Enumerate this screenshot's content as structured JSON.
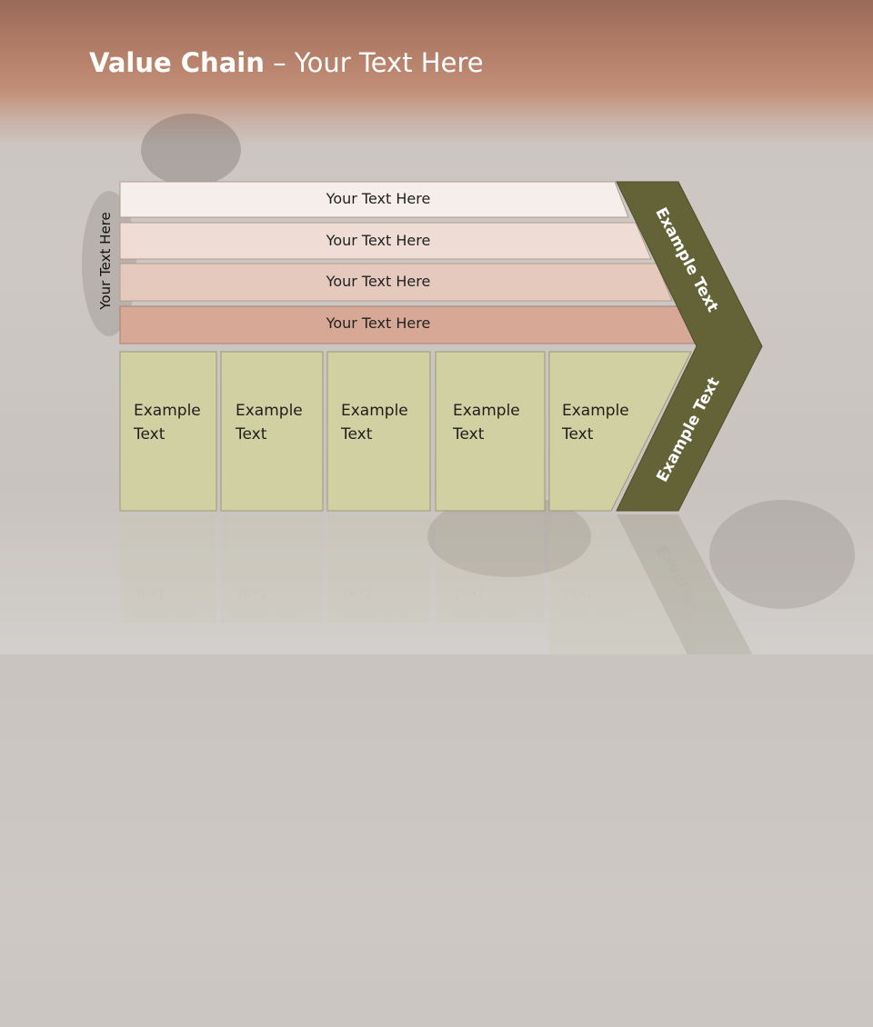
{
  "slide": {
    "title_bold": "Value Chain",
    "title_rest": " – Your Text Here",
    "side_label": "Your Text Here"
  },
  "bars": [
    {
      "label": "Your Text Here",
      "fill": "#f5eeeb"
    },
    {
      "label": "Your Text Here",
      "fill": "#efdcd5"
    },
    {
      "label": "Your Text Here",
      "fill": "#e6c9bd"
    },
    {
      "label": "Your Text Here",
      "fill": "#d7a895"
    }
  ],
  "boxes": [
    {
      "label": "Example Text"
    },
    {
      "label": "Example Text"
    },
    {
      "label": "Example Text"
    },
    {
      "label": "Example Text"
    },
    {
      "label": "Example Text"
    }
  ],
  "chevron": {
    "upper_label": "Example Text",
    "lower_label": "Example Text",
    "fill": "#646338"
  },
  "colors": {
    "box_fill": "#d0d0a2",
    "box_border": "#9a9a78",
    "header": "#b37e68"
  }
}
